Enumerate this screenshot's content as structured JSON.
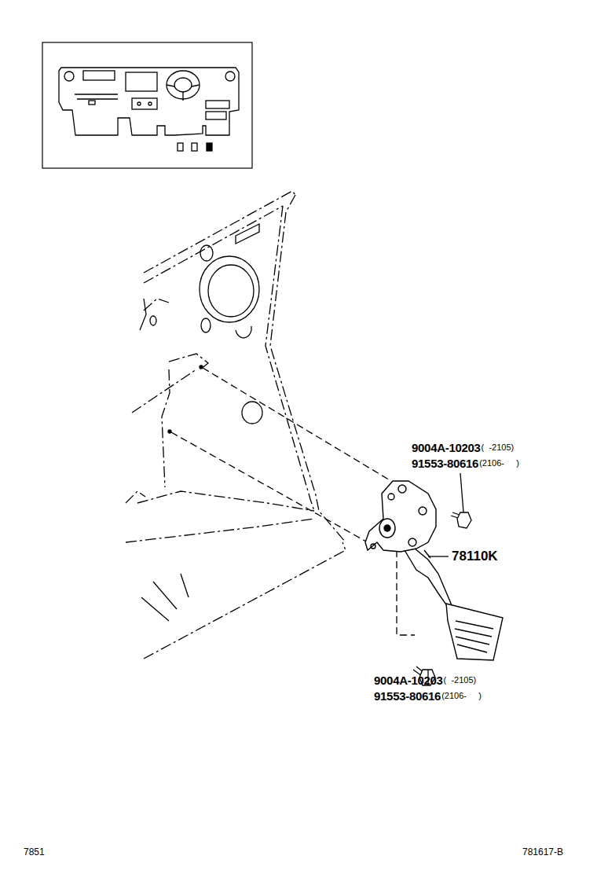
{
  "diagram": {
    "labels": [
      "9004A-10203",
      "(  -2105)",
      "91553-80616",
      "(2106-     )",
      "78110K",
      "9004A-10203",
      "(  -2105)",
      "91553-80616",
      "(2106-     )",
      "7851",
      "781617-B"
    ]
  }
}
